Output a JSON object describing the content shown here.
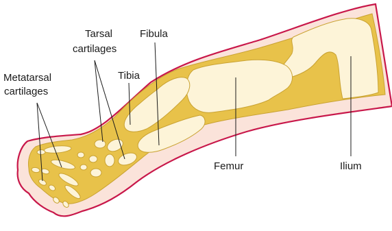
{
  "labels": {
    "metatarsal_line1": "Metatarsal",
    "metatarsal_line2": "cartilages",
    "tarsal_line1": "Tarsal",
    "tarsal_line2": "cartilages",
    "fibula": "Fibula",
    "tibia": "Tibia",
    "femur": "Femur",
    "ilium": "Ilium"
  },
  "colors": {
    "skin_fill": "#fbe3da",
    "skin_outline": "#c8174a",
    "cartilage_fill": "#e8c24a",
    "bone_fill": "#fdf4d8",
    "text": "#1a1a1a"
  }
}
